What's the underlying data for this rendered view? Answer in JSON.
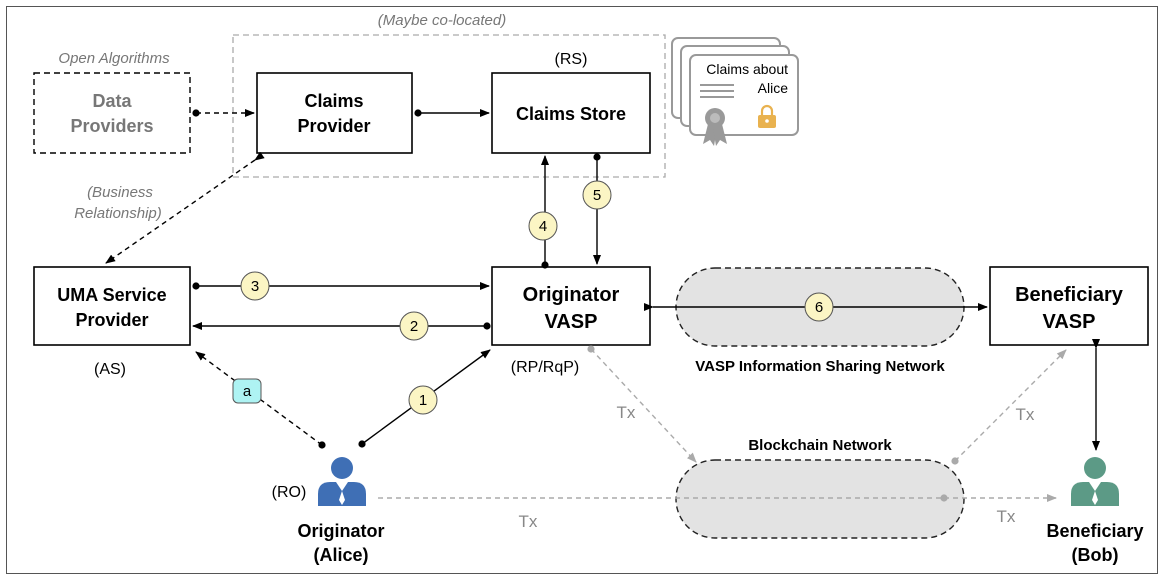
{
  "labels": {
    "co_located": "(Maybe co-located)",
    "open_algorithms": "Open Algorithms",
    "rs": "(RS)",
    "as": "(AS)",
    "rp_rqp": "(RP/RqP)",
    "ro": "(RO)",
    "business_relationship_line1": "(Business",
    "business_relationship_line2": "Relationship)",
    "vasp_network": "VASP Information Sharing Network",
    "blockchain_network": "Blockchain Network",
    "tx": "Tx"
  },
  "boxes": {
    "data_providers": [
      "Data",
      "Providers"
    ],
    "claims_provider": [
      "Claims",
      "Provider"
    ],
    "claims_store": [
      "Claims Store"
    ],
    "uma_service_provider": [
      "UMA Service",
      "Provider"
    ],
    "originator_vasp": [
      "Originator",
      "VASP"
    ],
    "beneficiary_vasp": [
      "Beneficiary",
      "VASP"
    ]
  },
  "claims_doc": [
    "Claims about",
    "Alice"
  ],
  "people": {
    "originator": [
      "Originator",
      "(Alice)"
    ],
    "beneficiary": [
      "Beneficiary",
      "(Bob)"
    ]
  },
  "steps": {
    "s1": "1",
    "s2": "2",
    "s3": "3",
    "s4": "4",
    "s5": "5",
    "s6": "6",
    "sa": "a"
  },
  "colors": {
    "badge_yellow": "#fbf5c4",
    "badge_cyan": "#aef3f3",
    "cloud_fill": "#e3e3e3",
    "originator_person": "#3f6fb5",
    "beneficiary_person": "#5c9a86",
    "lock": "#e9b24f"
  }
}
